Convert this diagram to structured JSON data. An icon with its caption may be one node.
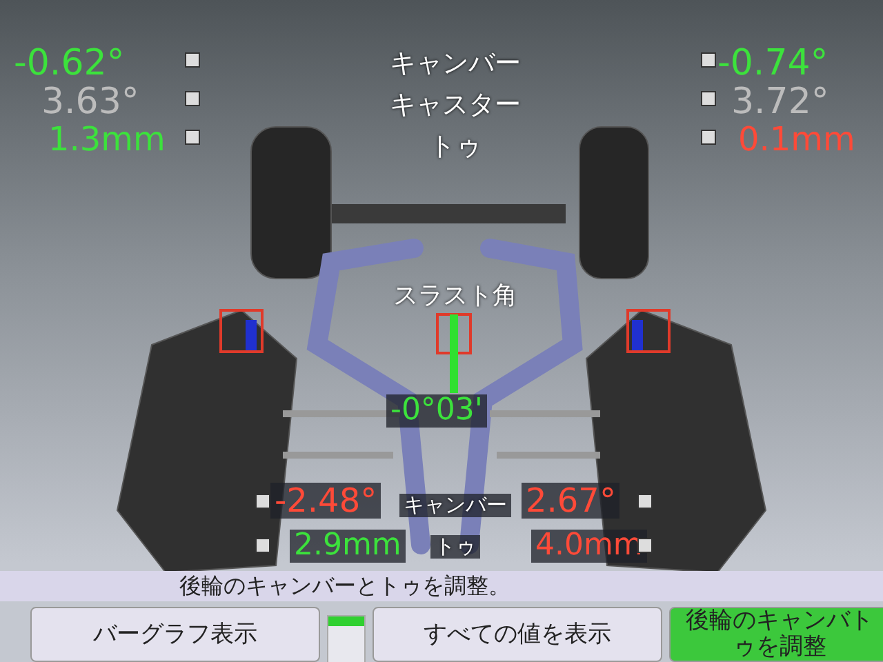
{
  "diagram": {
    "labels": [
      "-0.62°",
      "キャンバー",
      "-0.74°",
      "3.63°",
      "キャスター",
      "3.72°",
      "1.3mm",
      "トゥ",
      "0.1mm",
      "スラスト角",
      "-0°03'",
      "-2.48°",
      "キャンバー",
      "2.67°",
      "2.9mm",
      "トゥ",
      "4.0mm",
      "後輪のキャンバーとトゥを調整。",
      "バーグラフ表示",
      "すべての値を表示",
      "後輪のキャンバトゥを調整"
    ]
  }
}
